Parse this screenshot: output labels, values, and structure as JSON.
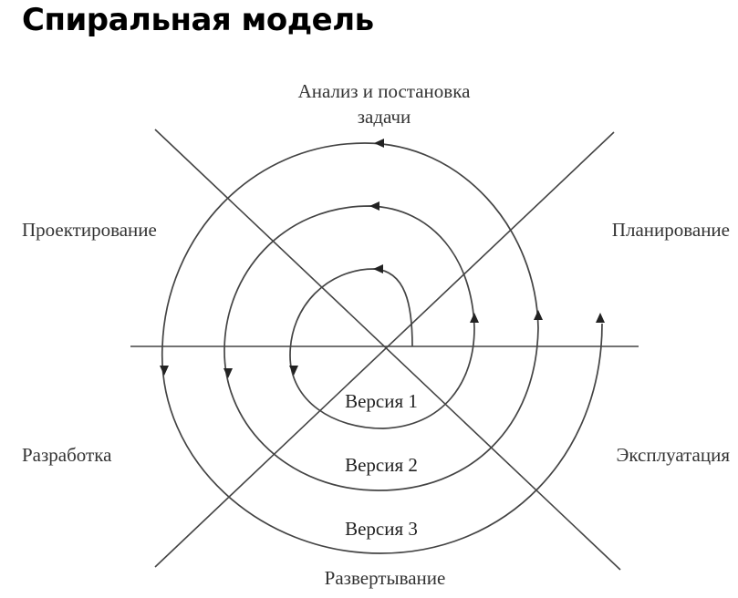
{
  "title": "Спиральная модель",
  "phases": {
    "analysis_line1": "Анализ и постановка",
    "analysis_line2": "задачи",
    "planning": "Планирование",
    "design": "Проектирование",
    "development": "Разработка",
    "operation": "Эксплуатация",
    "deployment": "Развертывание"
  },
  "versions": [
    "Версия 1",
    "Версия 2",
    "Версия 3"
  ]
}
